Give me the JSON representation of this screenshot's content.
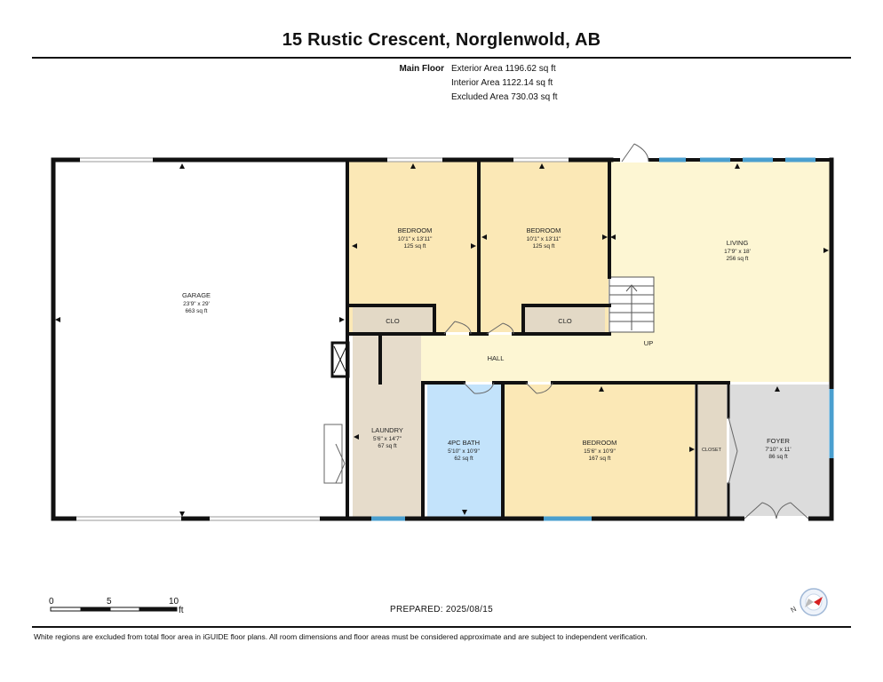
{
  "title": "15 Rustic Crescent, Norglenwold, AB",
  "floor": {
    "name": "Main Floor",
    "exterior_area": "Exterior Area 1196.62 sq ft",
    "interior_area": "Interior Area 1122.14 sq ft",
    "excluded_area": "Excluded Area 730.03 sq ft"
  },
  "rooms": {
    "garage": {
      "name": "GARAGE",
      "dims": "23'9\" x 29'",
      "area": "663 sq ft"
    },
    "bedroom1": {
      "name": "BEDROOM",
      "dims": "10'1\" x 13'11\"",
      "area": "125 sq ft"
    },
    "bedroom2": {
      "name": "BEDROOM",
      "dims": "10'1\" x 13'11\"",
      "area": "125 sq ft"
    },
    "living": {
      "name": "LIVING",
      "dims": "17'9\" x 18'",
      "area": "256 sq ft"
    },
    "clo1": {
      "name": "CLO"
    },
    "clo2": {
      "name": "CLO"
    },
    "up": {
      "name": "UP"
    },
    "hall": {
      "name": "HALL"
    },
    "laundry": {
      "name": "LAUNDRY",
      "dims": "5'6\" x 14'7\"",
      "area": "67 sq ft"
    },
    "bath": {
      "name": "4PC BATH",
      "dims": "5'10\" x 10'9\"",
      "area": "62 sq ft"
    },
    "bedroom3": {
      "name": "BEDROOM",
      "dims": "15'6\" x 10'9\"",
      "area": "167 sq ft"
    },
    "closet": {
      "name": "CLOSET"
    },
    "foyer": {
      "name": "FOYER",
      "dims": "7'10\" x 11'",
      "area": "86 sq ft"
    }
  },
  "scale": {
    "t0": "0",
    "t5": "5",
    "t10": "10",
    "unit": "ft"
  },
  "prepared": "PREPARED:  2025/08/15",
  "disclaimer": "White regions are excluded from total floor area in iGUIDE floor plans. All room dimensions and floor areas must be considered approximate and are subject to independent verification.",
  "colors": {
    "bedroom": "#fbe8b6",
    "living": "#fdf6d3",
    "laundry": "#e6dccb",
    "bath": "#c3e3fb",
    "closet": "#e3d9c6",
    "foyer": "#dcdcdc",
    "wall": "#111111",
    "window": "#4a9fcf"
  }
}
